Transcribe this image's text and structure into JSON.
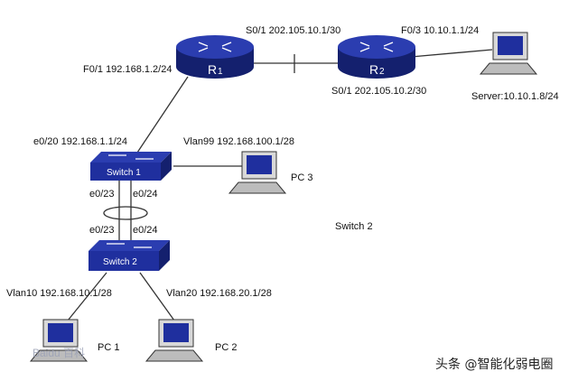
{
  "devices": {
    "r1": {
      "label": "R",
      "sub": "1"
    },
    "r2": {
      "label": "R",
      "sub": "2"
    },
    "switch1": {
      "label": "Switch 1"
    },
    "switch2": {
      "label": "Switch 2"
    },
    "pc1": {
      "label": "PC 1"
    },
    "pc2": {
      "label": "PC 2"
    },
    "pc3": {
      "label": "PC 3"
    },
    "server": {
      "label": "Server:10.10.1.8/24"
    }
  },
  "interfaces": {
    "r1_s0_1": "S0/1 202.105.10.1/30",
    "r2_f0_3": "F0/3 10.10.1.1/24",
    "r1_f0_1": "F0/1 192.168.1.2/24",
    "r2_s0_1": "S0/1 202.105.10.2/30",
    "sw1_e0_20": "e0/20 192.168.1.1/24",
    "sw1_vlan99": "Vlan99 192.168.100.1/28",
    "sw1_e0_23": "e0/23",
    "sw1_e0_24": "e0/24",
    "sw2_e0_23": "e0/23",
    "sw2_e0_24": "e0/24",
    "sw2_vlan10": "Vlan10 192.168.10.1/28",
    "sw2_vlan20": "Vlan20 192.168.20.1/28"
  },
  "floating_label": "Switch 2",
  "watermark_left": "Baidu 百科",
  "watermark_right": "头条 @智能化弱电圈",
  "colors": {
    "device_blue": "#1f2f9e",
    "device_dark": "#14206e",
    "link": "#333333"
  }
}
